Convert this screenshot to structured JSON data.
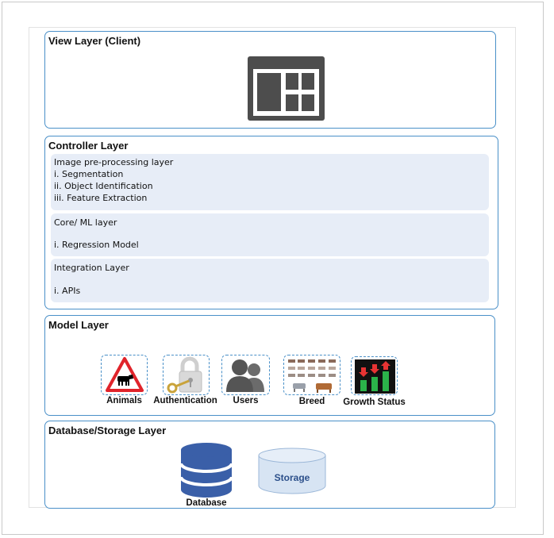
{
  "view_layer": {
    "title": "View Layer (Client)",
    "icon": "window-dashboard-icon"
  },
  "controller_layer": {
    "title": "Controller Layer",
    "sections": [
      {
        "title": "Image pre-processing layer",
        "items": [
          "i. Segmentation",
          "ii. Object Identification",
          "iii. Feature Extraction"
        ]
      },
      {
        "title": "Core/ ML layer",
        "items": [
          "i. Regression Model"
        ]
      },
      {
        "title": "Integration Layer",
        "items": [
          "i. APIs"
        ]
      }
    ]
  },
  "model_layer": {
    "title": "Model Layer",
    "components": [
      {
        "label": "Animals",
        "icon": "animal-warning-sign-icon"
      },
      {
        "label": "Authentication",
        "icon": "padlock-key-icon"
      },
      {
        "label": "Users",
        "icon": "users-icon"
      },
      {
        "label": "Breed",
        "icon": "livestock-breeds-icon"
      },
      {
        "label": "Growth Status",
        "icon": "growth-chart-icon"
      }
    ]
  },
  "storage_layer": {
    "title": "Database/Storage Layer",
    "database_label": "Database",
    "storage_label": "Storage"
  },
  "colors": {
    "border": "#4a90c8",
    "panel": "#e7edf7",
    "database": "#3a5fa8",
    "storage_fill": "#d7e4f3",
    "icon_gray": "#4d4d4d"
  }
}
